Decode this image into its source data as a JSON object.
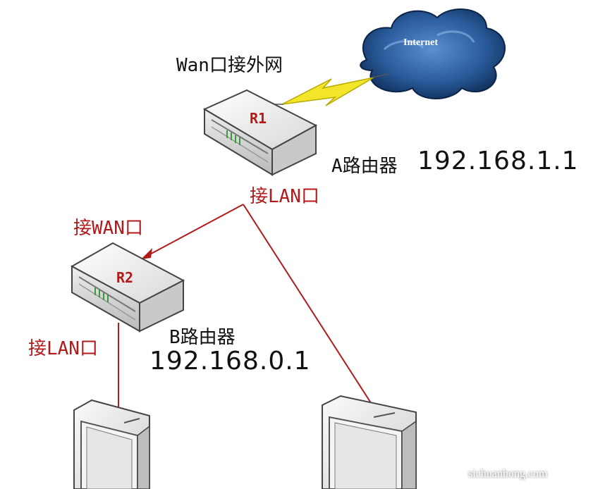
{
  "labels": {
    "wan_external": "Wan口接外网",
    "internet": "Internet",
    "r1": "R1",
    "r2": "R2",
    "router_a_name": "A路由器",
    "router_a_ip": "192.168.1.1",
    "router_a_lan": "接LAN口",
    "router_b_wan": "接WAN口",
    "router_b_name": "B路由器",
    "router_b_ip": "192.168.0.1",
    "router_b_lan": "接LAN口",
    "watermark": "sichuanhong.com"
  },
  "colors": {
    "link_red": "#b11a1a",
    "lightning_yellow": "#f3e62a",
    "cloud_blue": "#1f4f8a"
  }
}
